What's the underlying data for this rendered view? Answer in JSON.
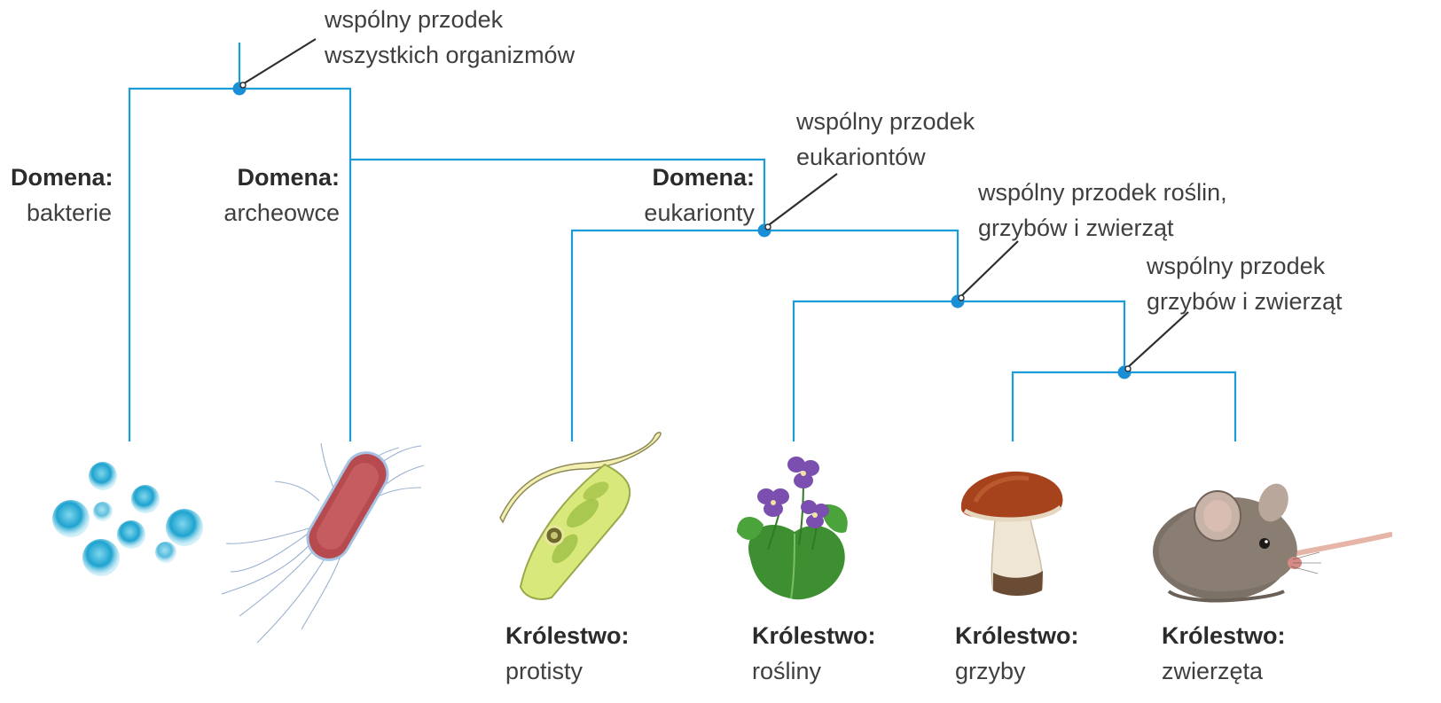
{
  "ancestors": {
    "all": {
      "line1": "wspólny przodek",
      "line2": "wszystkich organizmów"
    },
    "eukaryotes": {
      "line1": "wspólny przodek",
      "line2": "eukariontów"
    },
    "plants_fungi_animals": {
      "line1": "wspólny przodek roślin,",
      "line2": "grzybów i zwierząt"
    },
    "fungi_animals": {
      "line1": "wspólny przodek",
      "line2": "grzybów i zwierząt"
    }
  },
  "domains": [
    {
      "heading": "Domena:",
      "name": "bakterie",
      "icon": "bacteria-cocci-icon"
    },
    {
      "heading": "Domena:",
      "name": "archeowce",
      "icon": "archaea-rod-icon"
    },
    {
      "heading": "Domena:",
      "name": "eukarionty"
    }
  ],
  "kingdoms": [
    {
      "heading": "Królestwo:",
      "name": "protisty",
      "icon": "euglena-icon"
    },
    {
      "heading": "Królestwo:",
      "name": "rośliny",
      "icon": "violet-plant-icon"
    },
    {
      "heading": "Królestwo:",
      "name": "grzyby",
      "icon": "mushroom-icon"
    },
    {
      "heading": "Królestwo:",
      "name": "zwierzęta",
      "icon": "mouse-icon"
    }
  ],
  "colors": {
    "tree": "#1b9bd7",
    "node": "#1b8fd6",
    "leader": "#2e2e2e",
    "text": "#3f3f3f"
  }
}
